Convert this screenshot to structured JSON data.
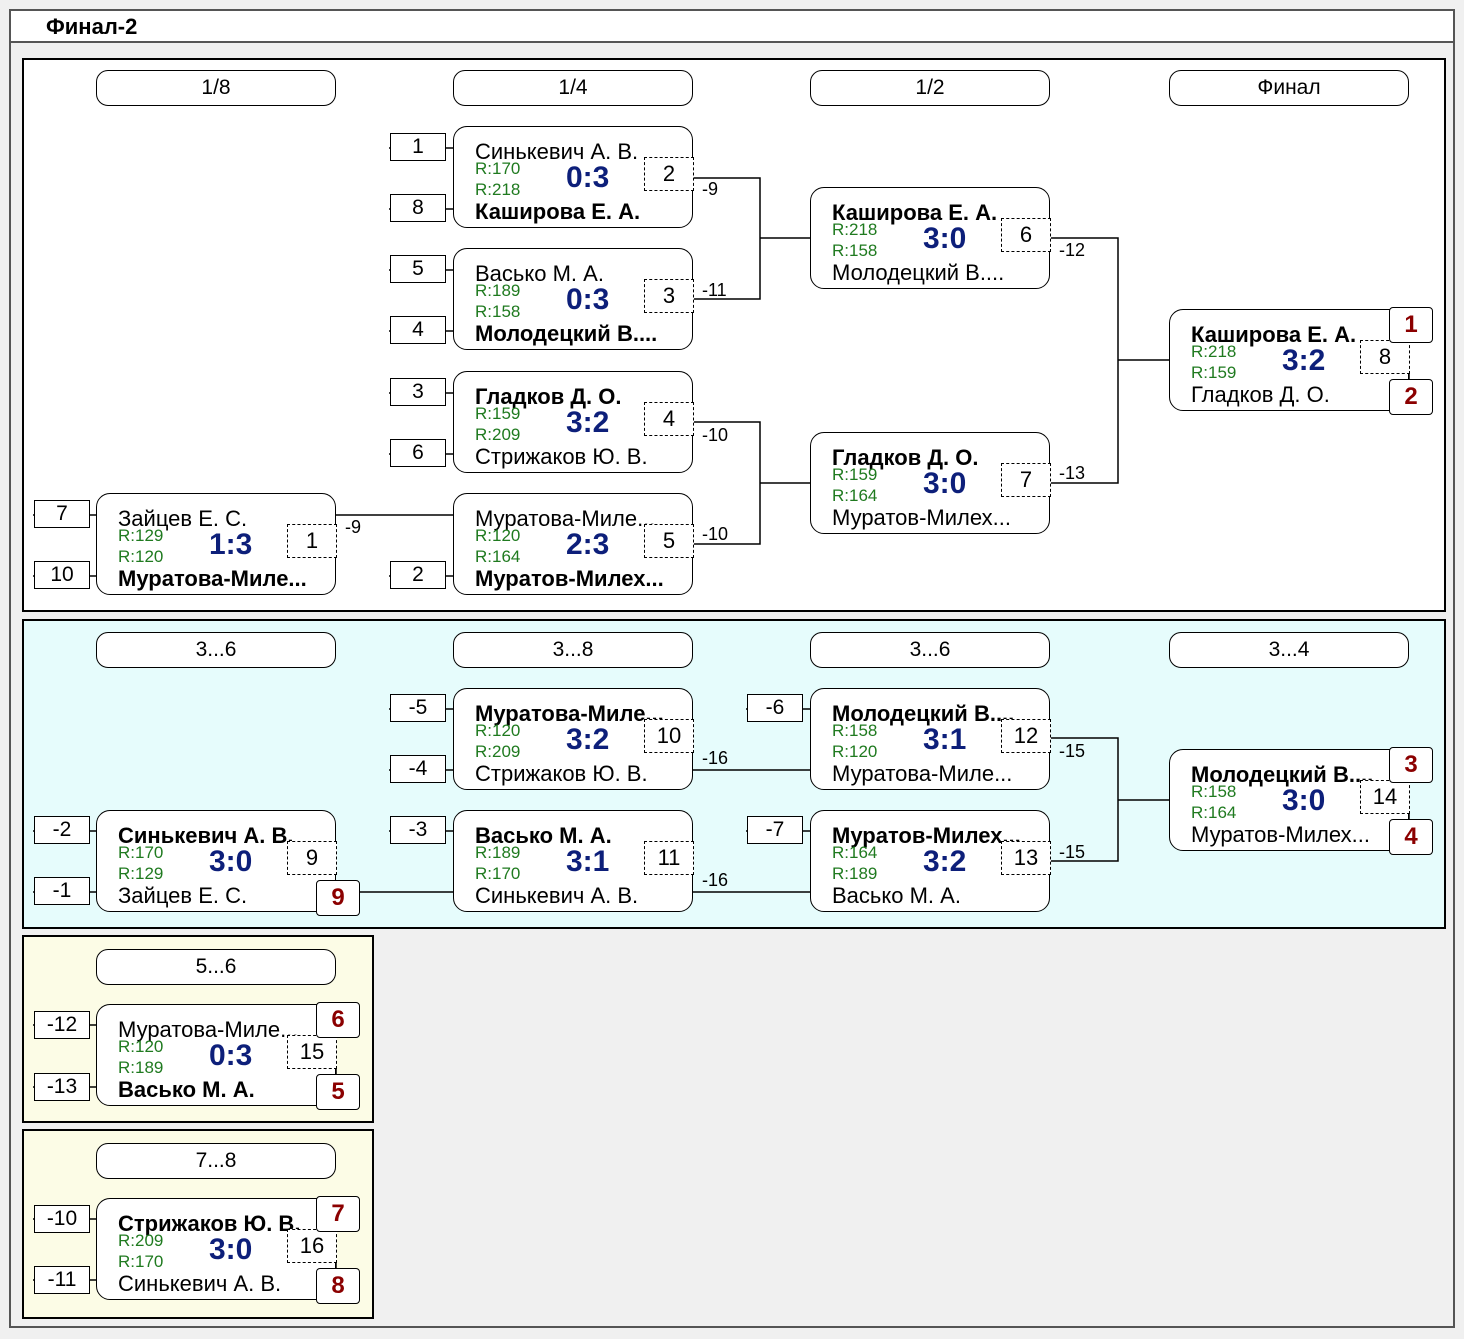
{
  "title": "Финал-2",
  "main": {
    "headers": [
      "1/8",
      "1/4",
      "1/2",
      "Финал"
    ],
    "seeds": [
      "1",
      "8",
      "5",
      "4",
      "3",
      "6",
      "7",
      "10",
      "2"
    ],
    "matches": [
      {
        "p1": "Синькевич А. В.",
        "r1": "R:170",
        "score": "0:3",
        "num": "2",
        "r2": "R:218",
        "p2": "Каширова Е. А.",
        "out": "-9"
      },
      {
        "p1": "Васько М. А.",
        "r1": "R:189",
        "score": "0:3",
        "num": "3",
        "r2": "R:158",
        "p2": "Молодецкий В....",
        "out": "-11"
      },
      {
        "p1": "Гладков Д. О.",
        "r1": "R:159",
        "score": "3:2",
        "num": "4",
        "r2": "R:209",
        "p2": "Стрижаков Ю. В.",
        "out": "-10"
      },
      {
        "p1": "Зайцев Е. С.",
        "r1": "R:129",
        "score": "1:3",
        "num": "1",
        "r2": "R:120",
        "p2": "Муратова-Миле...",
        "out": "-9"
      },
      {
        "p1": "Муратова-Миле...",
        "r1": "R:120",
        "score": "2:3",
        "num": "5",
        "r2": "R:164",
        "p2": "Муратов-Милех...",
        "out": "-10"
      },
      {
        "p1": "Каширова Е. А.",
        "r1": "R:218",
        "score": "3:0",
        "num": "6",
        "r2": "R:158",
        "p2": "Молодецкий В....",
        "out": "-12"
      },
      {
        "p1": "Гладков Д. О.",
        "r1": "R:159",
        "score": "3:0",
        "num": "7",
        "r2": "R:164",
        "p2": "Муратов-Милех...",
        "out": "-13"
      },
      {
        "p1": "Каширова Е. А.",
        "r1": "R:218",
        "score": "3:2",
        "num": "8",
        "r2": "R:159",
        "p2": "Гладков Д. О."
      }
    ],
    "places": [
      "1",
      "2"
    ]
  },
  "consolation": {
    "headers": [
      "3...6",
      "3...8",
      "3...6",
      "3...4"
    ],
    "seeds": [
      "-5",
      "-4",
      "-6",
      "-2",
      "-1",
      "-3",
      "-7"
    ],
    "matches": [
      {
        "p1": "Муратова-Миле...",
        "r1": "R:120",
        "score": "3:2",
        "num": "10",
        "r2": "R:209",
        "p2": "Стрижаков Ю. В.",
        "out": "-16"
      },
      {
        "p1": "Молодецкий В....",
        "r1": "R:158",
        "score": "3:1",
        "num": "12",
        "r2": "R:120",
        "p2": "Муратова-Миле...",
        "out": "-15"
      },
      {
        "p1": "Синькевич А. В.",
        "r1": "R:170",
        "score": "3:0",
        "num": "9",
        "r2": "R:129",
        "p2": "Зайцев Е. С."
      },
      {
        "p1": "Васько М. А.",
        "r1": "R:189",
        "score": "3:1",
        "num": "11",
        "r2": "R:170",
        "p2": "Синькевич А. В.",
        "out": "-16"
      },
      {
        "p1": "Муратов-Милех...",
        "r1": "R:164",
        "score": "3:2",
        "num": "13",
        "r2": "R:189",
        "p2": "Васько М. А.",
        "out": "-15"
      },
      {
        "p1": "Молодецкий В....",
        "r1": "R:158",
        "score": "3:0",
        "num": "14",
        "r2": "R:164",
        "p2": "Муратов-Милех..."
      }
    ],
    "places": [
      "9",
      "3",
      "4"
    ]
  },
  "place56": {
    "header": "5...6",
    "seeds": [
      "-12",
      "-13"
    ],
    "match": {
      "p1": "Муратова-Миле...",
      "r1": "R:120",
      "score": "0:3",
      "num": "15",
      "r2": "R:189",
      "p2": "Васько М. А."
    },
    "places": [
      "6",
      "5"
    ]
  },
  "place78": {
    "header": "7...8",
    "seeds": [
      "-10",
      "-11"
    ],
    "match": {
      "p1": "Стрижаков Ю. В.",
      "r1": "R:209",
      "score": "3:0",
      "num": "16",
      "r2": "R:170",
      "p2": "Синькевич А. В."
    },
    "places": [
      "7",
      "8"
    ]
  },
  "colors": {
    "main_bg": "#ffffff",
    "consolation_bg": "#e6fcfc",
    "place_bg": "#fcfce6",
    "score": "#0d1f7a",
    "rating": "#1f7a1f",
    "place": "#8b0000"
  }
}
